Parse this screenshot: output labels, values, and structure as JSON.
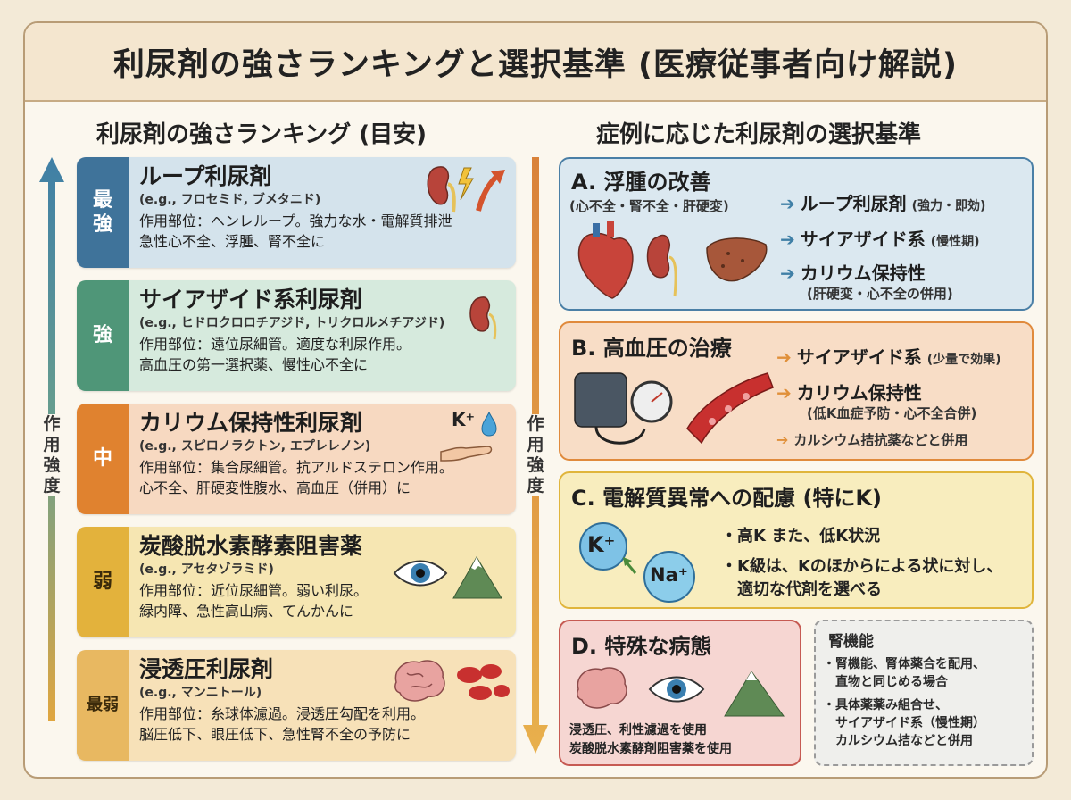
{
  "title": "利尿剤の強さランキングと選択基準 (医療従事者向け解説)",
  "left_heading": "利尿剤の強さランキング (目安)",
  "right_heading": "症例に応じた利尿剤の選択基準",
  "axis_label_left": "作用強度",
  "axis_label_right": "作用強度",
  "colors": {
    "loop": "#3f739a",
    "thiazide": "#4f9678",
    "potassium": "#e0822f",
    "carbonic": "#e3b23c",
    "osmotic": "#e8b861",
    "arrow_blue": "#3f7fa6",
    "arrow_orange": "#e0903a"
  },
  "ranking": [
    {
      "tag": "最強",
      "name": "ループ利尿剤",
      "examples": "(e.g., フロセミド, ブメタニド)",
      "site": "作用部位：ヘンレループ。強力な水・電解質排泄",
      "use": "急性心不全、浮腫、腎不全に",
      "icon": "kidney-lightning-icon"
    },
    {
      "tag": "強",
      "name": "サイアザイド系利尿剤",
      "examples": "(e.g., ヒドロクロロチアジド, トリクロルメチアジド)",
      "site": "作用部位：遠位尿細管。適度な利尿作用。",
      "use": "高血圧の第一選択薬、慢性心不全に",
      "icon": "kidney-icon"
    },
    {
      "tag": "中",
      "name": "カリウム保持性利尿剤",
      "examples": "(e.g., スピロノラクトン, エプレレノン)",
      "site": "作用部位：集合尿細管。抗アルドステロン作用。",
      "use": "心不全、肝硬変性腹水、高血圧（併用）に",
      "icon": "potassium-hand-icon",
      "icon_text": "K⁺"
    },
    {
      "tag": "弱",
      "name": "炭酸脱水素酵素阻害薬",
      "examples": "(e.g., アセタゾラミド)",
      "site": "作用部位：近位尿細管。弱い利尿。",
      "use": "緑内障、急性高山病、てんかんに",
      "icon": "eye-mountain-icon"
    },
    {
      "tag": "最弱",
      "name": "浸透圧利尿剤",
      "examples": "(e.g., マンニトール)",
      "site": "作用部位：糸球体濾過。浸透圧勾配を利用。",
      "use": "脳圧低下、眼圧低下、急性腎不全の予防に",
      "icon": "brain-blood-icon"
    }
  ],
  "panel_a": {
    "title": "A. 浮腫の改善",
    "subtitle": "(心不全・腎不全・肝硬変)",
    "recs": [
      {
        "main": "ループ利尿剤",
        "note": "(強力・即効)"
      },
      {
        "main": "サイアザイド系",
        "note": "(慢性期)"
      },
      {
        "main": "カリウム保持性",
        "note": ""
      }
    ],
    "rec_sub": "(肝硬変・心不全の併用)"
  },
  "panel_b": {
    "title": "B. 高血圧の治療",
    "recs": [
      {
        "main": "サイアザイド系",
        "note": "(少量で効果)"
      },
      {
        "main": "カリウム保持性",
        "note": ""
      }
    ],
    "rec_sub": "(低K血症予防・心不全合併)",
    "rec_last": "カルシウム拮抗薬などと併用"
  },
  "panel_c": {
    "title": "C. 電解質異常への配慮 (特にK)",
    "k_label": "K⁺",
    "na_label": "Na⁺",
    "bullets": [
      "・高K また、低K状況",
      "・K級は、Kのほからによる状に対し、",
      "　適切な代剤を選べる"
    ]
  },
  "panel_d": {
    "title": "D. 特殊な病態",
    "lines": [
      "浸透圧、利性濾過を使用",
      "炭酸脱水素酵剤阻害薬を使用"
    ]
  },
  "kidney_box": {
    "title": "腎機能",
    "items": [
      "・腎機能、腎体薬合を配用、",
      "　直物と同じめる場合",
      "・具体薬薬み組合せ、",
      "　サイアザイド系（慢性期）",
      "　カルシウム拮などと併用"
    ]
  }
}
